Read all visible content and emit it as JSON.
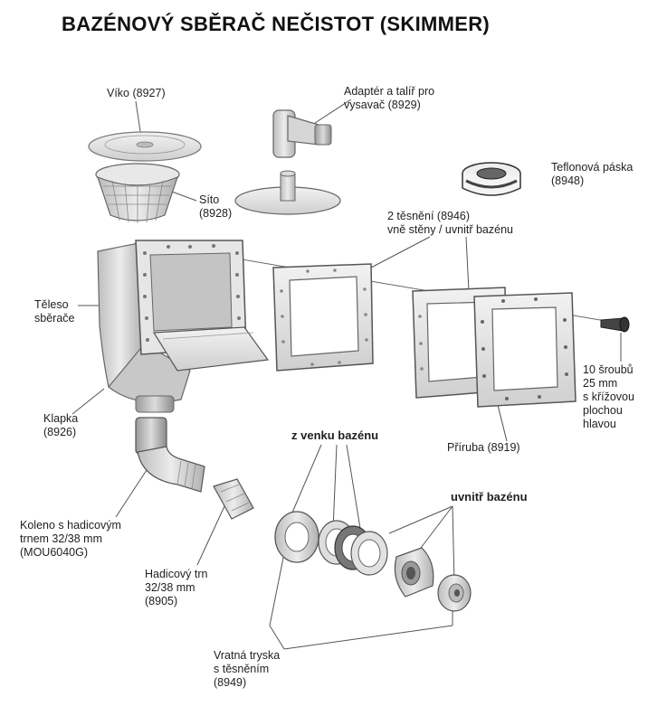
{
  "title": "BAZÉNOVÝ SBĚRAČ NEČISTOT (SKIMMER)",
  "labels": {
    "viko": [
      "Víko (8927)"
    ],
    "adapter": [
      "Adaptér a talíř pro",
      "vysavač (8929)"
    ],
    "teflon": [
      "Teflonová páska",
      "(8948)"
    ],
    "sito": [
      "Síto",
      "(8928)"
    ],
    "tesneni": [
      "2 těsnění (8946)",
      "vně stěny / uvnitř bazénu"
    ],
    "teleso": [
      "Těleso",
      "sběrače"
    ],
    "srouby": [
      "10 šroubů",
      "25 mm",
      "s křížovou",
      "plochou",
      "hlavou"
    ],
    "klapka": [
      "Klapka",
      "(8926)"
    ],
    "z_venku": [
      "z venku bazénu"
    ],
    "priruba": [
      "Příruba (8919)"
    ],
    "uvnitr": [
      "uvnitř bazénu"
    ],
    "koleno": [
      "Koleno s hadicovým",
      "trnem 32/38 mm",
      "(MOU6040G)"
    ],
    "trn": [
      "Hadicový trn",
      "32/38 mm",
      "(8905)"
    ],
    "tryska": [
      "Vratná tryska",
      "s těsněním",
      "(8949)"
    ]
  }
}
